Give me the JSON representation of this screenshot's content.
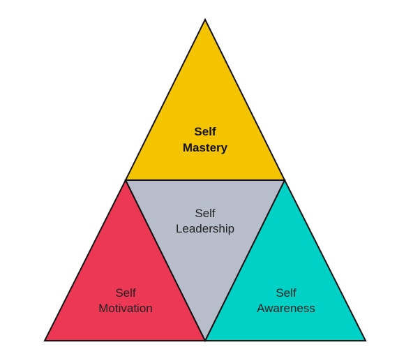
{
  "segments": {
    "top": {
      "line1": "Self",
      "line2": "Mastery",
      "color": "#F5C400"
    },
    "center": {
      "line1": "Self",
      "line2": "Leadership",
      "color": "#B8BDCB"
    },
    "left": {
      "line1": "Self",
      "line2": "Motivation",
      "color": "#EC3855"
    },
    "right": {
      "line1": "Self",
      "line2": "Awareness",
      "color": "#00D1C6"
    }
  }
}
